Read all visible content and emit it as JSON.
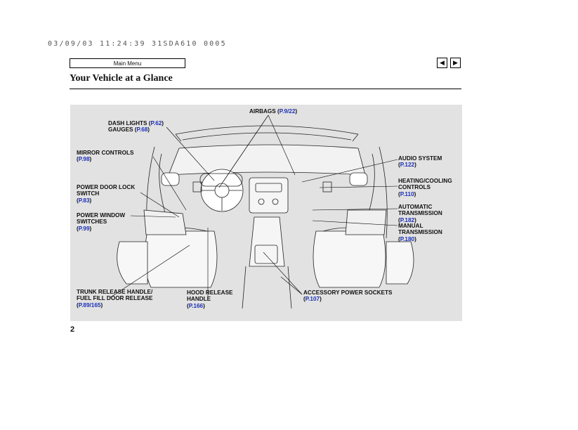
{
  "header": {
    "print_stamp": "03/09/03 11:24:39 31SDA610 0005",
    "main_menu_label": "Main Menu",
    "prev_icon": "◀",
    "next_icon": "▶",
    "title": "Your Vehicle at a Glance"
  },
  "labels": {
    "airbags": {
      "text": "AIRBAGS (",
      "p": "P.",
      "ref": "9/22",
      "close": ")"
    },
    "dash_lights": {
      "line1": "DASH LIGHTS (",
      "p1": "P.",
      "ref1": "62",
      "close1": ")",
      "line2": "GAUGES (",
      "p2": "P.",
      "ref2": "68",
      "close2": ")"
    },
    "mirror_controls": {
      "line1": "MIRROR CONTROLS",
      "open": "(",
      "p": "P.",
      "ref": "98",
      "close": ")"
    },
    "power_door_lock": {
      "line1": "POWER DOOR LOCK",
      "line2": "SWITCH",
      "open": "(",
      "p": "P.",
      "ref": "83",
      "close": ")"
    },
    "power_window": {
      "line1": "POWER WINDOW",
      "line2": "SWITCHES",
      "open": "(",
      "p": "P.",
      "ref": "99",
      "close": ")"
    },
    "trunk_release": {
      "line1": "TRUNK RELEASE HANDLE/",
      "line2": "FUEL FILL DOOR RELEASE",
      "open": "(",
      "p": "P.",
      "ref": "89/165",
      "close": ")"
    },
    "hood_release": {
      "line1": "HOOD RELEASE",
      "line2": "HANDLE",
      "open": "(",
      "p": "P.",
      "ref": "166",
      "close": ")"
    },
    "accessory_power": {
      "line1": "ACCESSORY POWER SOCKETS",
      "open": "(",
      "p": "P.",
      "ref": "107",
      "close": ")"
    },
    "audio_system": {
      "line1": "AUDIO SYSTEM",
      "open": "(",
      "p": "P.",
      "ref": "122",
      "close": ")"
    },
    "heating_cooling": {
      "line1": "HEATING/COOLING",
      "line2": "CONTROLS",
      "open": "(",
      "p": "P.",
      "ref": "110",
      "close": ")"
    },
    "auto_trans": {
      "line1": "AUTOMATIC",
      "line2": "TRANSMISSION",
      "open": "(",
      "p": "P.",
      "ref": "182",
      "close": ")"
    },
    "manual_trans": {
      "line1": "MANUAL",
      "line2": "TRANSMISSION",
      "open": "(",
      "p": "P.",
      "ref": "180",
      "close": ")"
    }
  },
  "footer": {
    "page_number": "2"
  },
  "colors": {
    "link": "#1b2fb8",
    "panel": "#e2e2e2"
  }
}
